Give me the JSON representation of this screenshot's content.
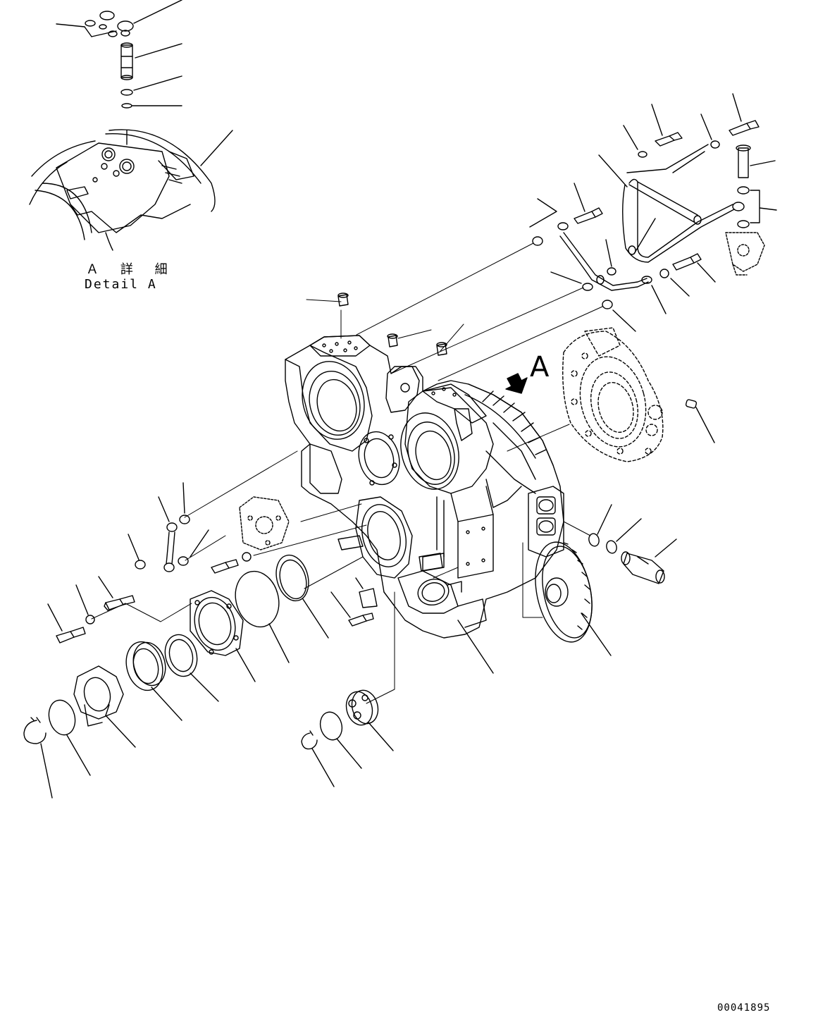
{
  "detail": {
    "label_ja": "Ａ 詳 細",
    "label_en": "Detail A"
  },
  "view_arrow": {
    "label": "A"
  },
  "drawing_number": "00041895",
  "colors": {
    "line": "#000000",
    "background": "#ffffff"
  }
}
